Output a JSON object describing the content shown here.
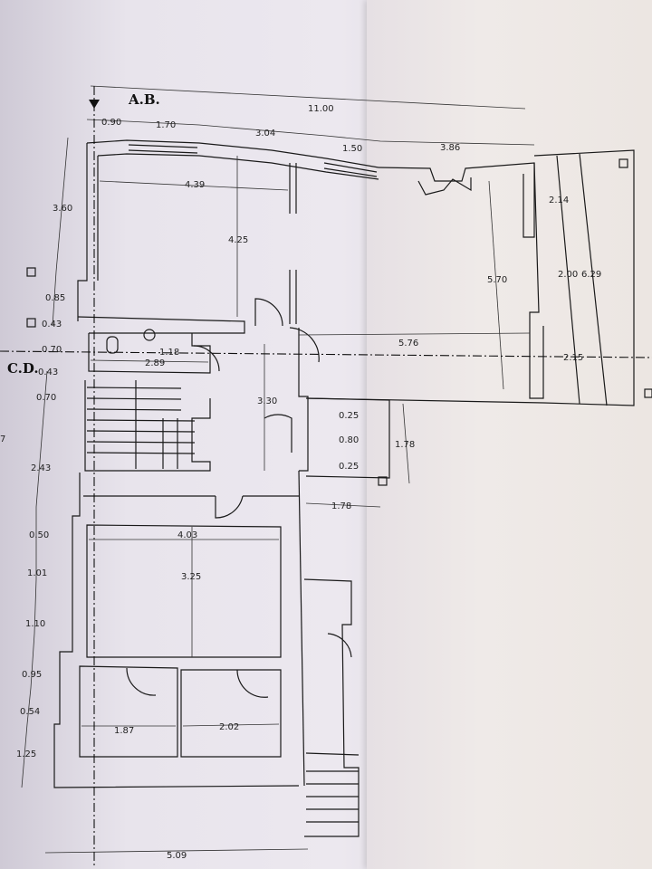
{
  "labels": {
    "section_ab": "A.B.",
    "section_cd": "C.D.",
    "edge_number": "7"
  },
  "dimensions": {
    "top_total": "11.00",
    "top_0_90": "0.90",
    "top_1_70": "1.70",
    "top_3_04": "3.04",
    "top_1_50": "1.50",
    "top_3_86": "3.86",
    "room1_width": "4.39",
    "room1_height": "4.25",
    "left_3_60": "3.60",
    "left_0_85": "0.85",
    "left_0_43a": "0.43",
    "left_0_70a": "0.70",
    "left_0_43b": "0.43",
    "left_0_70b": "0.70",
    "left_2_43": "2.43",
    "left_0_50": "0.50",
    "left_1_01": "1.01",
    "left_1_10": "1.10",
    "left_0_95": "0.95",
    "left_0_54": "0.54",
    "left_1_25": "1.25",
    "bath_1_18": "1.18",
    "bath_2_89": "2.89",
    "hall_3_30": "3.30",
    "terrace_5_76": "5.76",
    "terrace_5_70": "5.70",
    "right_2_14": "2.14",
    "right_2_00": "2.00",
    "right_6_29": "6.29",
    "right_2_15": "2.15",
    "small_0_25a": "0.25",
    "small_0_80": "0.80",
    "small_0_25b": "0.25",
    "small_1_78v": "1.78",
    "small_1_78h": "1.78",
    "room2_width": "4.03",
    "room2_height": "3.25",
    "room3_width": "1.87",
    "room4_width": "2.02",
    "bottom_total": "5.09"
  }
}
